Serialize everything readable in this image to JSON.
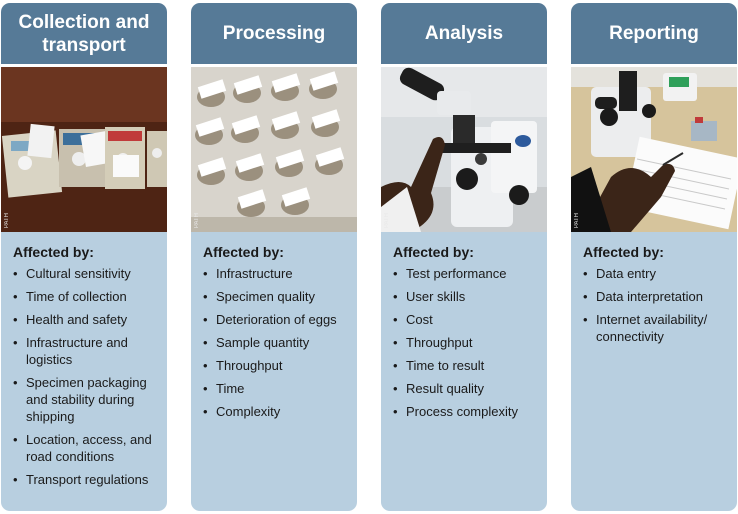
{
  "columns": [
    {
      "title": "Collection and transport",
      "photo": "specimen-collection-kits",
      "affected_label": "Affected by:",
      "items": [
        "Cultural sensitivity",
        "Time of collection",
        "Health and safety",
        "Infrastructure and logistics",
        "Specimen packaging and stability during shipping",
        "Location, access, and road conditions",
        "Transport regulations"
      ]
    },
    {
      "title": "Processing",
      "photo": "specimen-containers-on-bench",
      "affected_label": "Affected by:",
      "items": [
        "Infrastructure",
        "Specimen quality",
        "Deterioration of eggs",
        "Sample quantity",
        "Throughput",
        "Time",
        "Complexity"
      ]
    },
    {
      "title": "Analysis",
      "photo": "microscope-in-use",
      "affected_label": "Affected by:",
      "items": [
        "Test performance",
        "User skills",
        "Cost",
        "Throughput",
        "Time to result",
        "Result quality",
        "Process complexity"
      ]
    },
    {
      "title": "Reporting",
      "photo": "recording-results-on-paper",
      "affected_label": "Affected by:",
      "items": [
        "Data entry",
        "Data interpretation",
        "Internet availability/ connectivity"
      ]
    }
  ],
  "photo_credit": "PATH",
  "colors": {
    "header": "#567a97",
    "panel": "#b8cfe0",
    "text": "#1a1a1a"
  }
}
